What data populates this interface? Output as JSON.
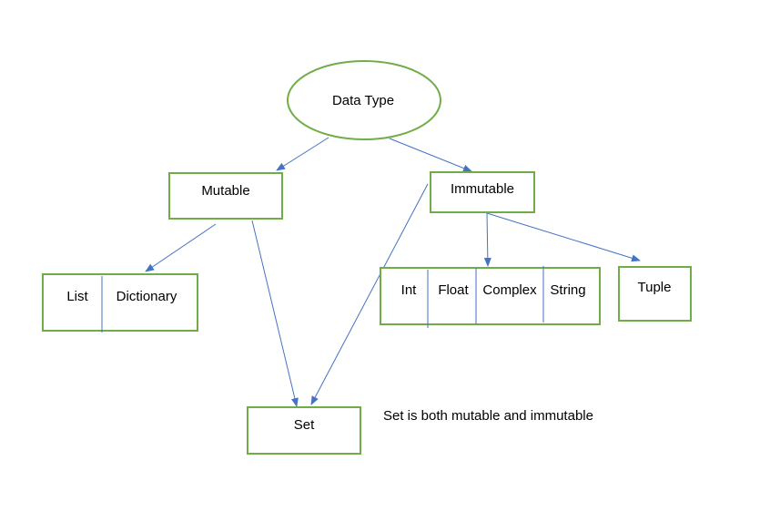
{
  "diagram": {
    "nodes": {
      "root": "Data Type",
      "mutable": "Mutable",
      "immutable": "Immutable",
      "list": "List",
      "dictionary": "Dictionary",
      "int": "Int",
      "float": "Float",
      "complex": "Complex",
      "string": "String",
      "tuple": "Tuple",
      "set": "Set"
    },
    "note": "Set is both mutable and immutable",
    "edges": [
      [
        "root",
        "mutable"
      ],
      [
        "root",
        "immutable"
      ],
      [
        "mutable",
        "list-dictionary"
      ],
      [
        "mutable",
        "set"
      ],
      [
        "immutable",
        "int-float-complex-string"
      ],
      [
        "immutable",
        "tuple"
      ],
      [
        "immutable",
        "set"
      ]
    ],
    "colors": {
      "node_border": "#70ad47",
      "arrow": "#4472c4"
    }
  }
}
